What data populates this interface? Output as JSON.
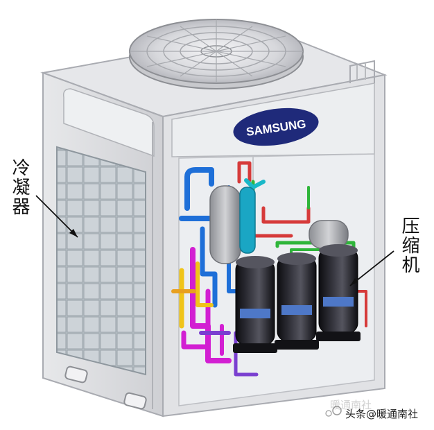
{
  "brand": {
    "logo_text": "SAMSUNG"
  },
  "labels": {
    "condenser": "冷凝器",
    "compressor": "压缩机"
  },
  "watermark": {
    "text": "头条@暖通南社",
    "background_text": "暖通南社"
  },
  "colors": {
    "cabinet": "#dcdde0",
    "logo_oval": "#1f2a7a",
    "compressor_body": "#1d1d22",
    "pipe_blue": "#1e6fd8",
    "pipe_magenta": "#d21fd2",
    "pipe_yellow": "#f0c419",
    "pipe_green": "#2fb53a",
    "pipe_red": "#d63a3a",
    "pipe_purple": "#7a3fd0"
  },
  "icons": [
    "fan-icon",
    "samsung-logo",
    "compressor-icon",
    "condenser-coil-icon",
    "arrow-icon"
  ]
}
